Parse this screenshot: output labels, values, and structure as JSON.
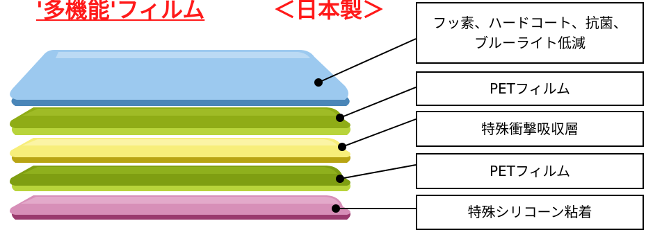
{
  "title": {
    "main": "'多機能'フィルム",
    "sub": "＜日本製＞"
  },
  "layers": [
    {
      "label": "フッ素、ハードコート、抗菌、\nブルーライト低減",
      "color": "#9cc9ef"
    },
    {
      "label": "PETフィルム",
      "color": "#97b319"
    },
    {
      "label": "特殊衝撃吸収層",
      "color": "#f7ee7a"
    },
    {
      "label": "PETフィルム",
      "color": "#8fac16"
    },
    {
      "label": "特殊シリコーン粘着",
      "color": "#d78fb8"
    }
  ]
}
